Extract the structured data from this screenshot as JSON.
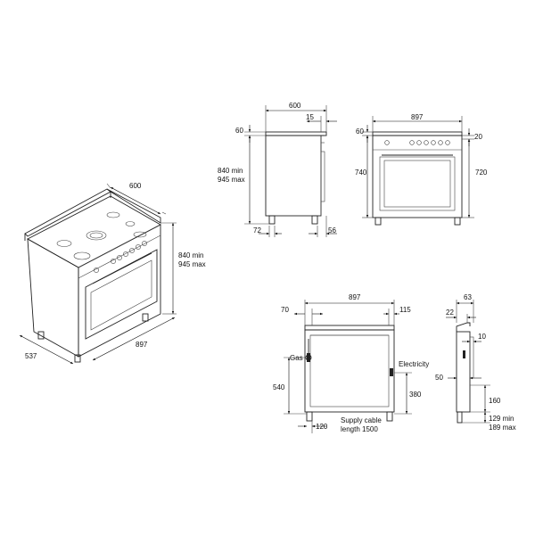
{
  "isometric": {
    "width": "600",
    "depth": "537",
    "length": "897",
    "height_min": "840 min",
    "height_max": "945 max"
  },
  "side": {
    "width": "600",
    "offset_top": "15",
    "top_margin": "60",
    "height_min": "840 min",
    "height_max": "945 max",
    "bottom_left": "72",
    "bottom_right": "56"
  },
  "front": {
    "width": "897",
    "top_left": "60",
    "top_right": "20",
    "height_left": "740",
    "height_right": "720"
  },
  "back": {
    "width": "897",
    "left_offset": "70",
    "right_offset": "115",
    "gas_label": "Gas",
    "electricity_label": "Electricity",
    "gas_height": "540",
    "electric_height": "380",
    "cable_offset": "120",
    "cable_label_1": "Supply cable",
    "cable_label_2": "length 1500"
  },
  "side_detail": {
    "top_width": "63",
    "top_offset": "22",
    "side_depth": "10",
    "left_offset": "50",
    "height_160": "160",
    "leg_min": "129 min",
    "leg_max": "189 max"
  }
}
